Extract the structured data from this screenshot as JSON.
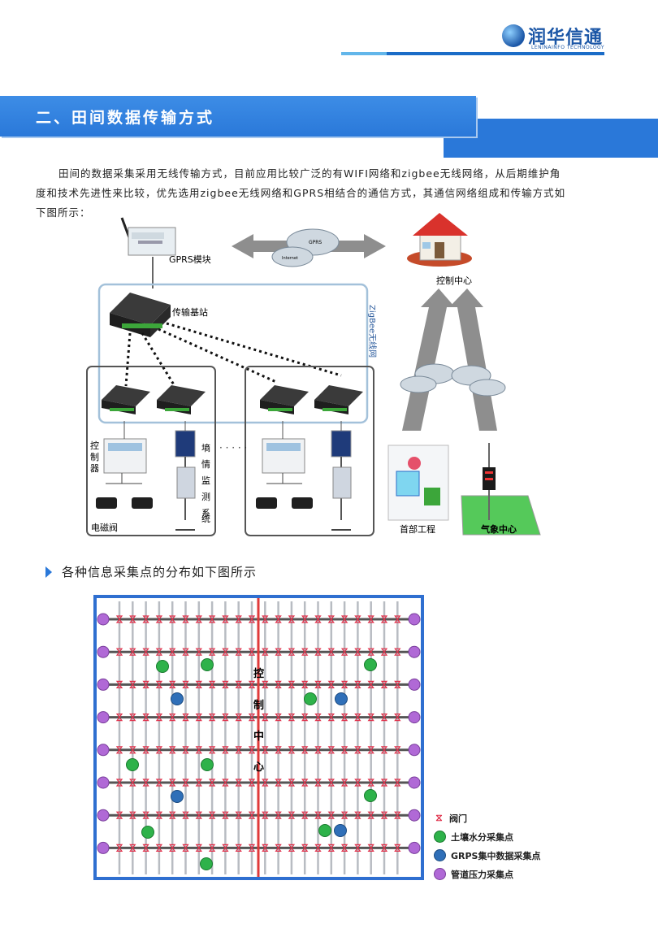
{
  "header": {
    "logo_text": "润华信通",
    "logo_sub": "LENINAINFO TECHNOLOGY"
  },
  "section": {
    "title": "二、田间数据传输方式"
  },
  "intro": {
    "line1": "田间的数据采集采用无线传输方式，目前应用比较广泛的有WIFI网络和zigbee无线网络，从后期维护角",
    "line2": "度和技术先进性来比较，优先选用zigbee无线网络和GPRS相结合的通信方式，其通信网络组成和传输方式如",
    "line3": "下图所示："
  },
  "diagram": {
    "gprs_module": "GPRS模块",
    "cloud_gprs": "GPRS",
    "cloud_internet": "Internet",
    "control_center": "控制中心",
    "base_station": "传输基站",
    "zigbee": "ZigBee无线网",
    "controller": "控制器",
    "soil_system": "墒情监测系统",
    "valve": "电磁阀",
    "head_works": "首部工程",
    "weather_center": "气象中心"
  },
  "bullet": {
    "text": "各种信息采集点的分布如下图所示"
  },
  "grid": {
    "center_label": [
      "控",
      "制",
      "中",
      "心"
    ]
  },
  "legend": {
    "items": [
      {
        "label": "阀门",
        "color": "#e0304a"
      },
      {
        "label": "土壤水分采集点",
        "color": "#2eb24a"
      },
      {
        "label": "GRPS集中数据采集点",
        "color": "#2f6fb8"
      },
      {
        "label": "管道压力采集点",
        "color": "#b069d6"
      }
    ]
  }
}
